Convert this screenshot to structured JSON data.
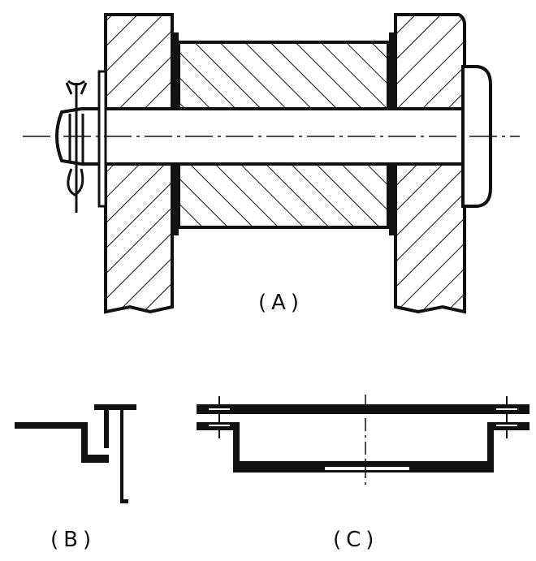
{
  "labels": {
    "a": "(A)",
    "b": "(B)",
    "c": "(C)"
  },
  "colors": {
    "ink": "#111111",
    "paper": "#ffffff"
  }
}
